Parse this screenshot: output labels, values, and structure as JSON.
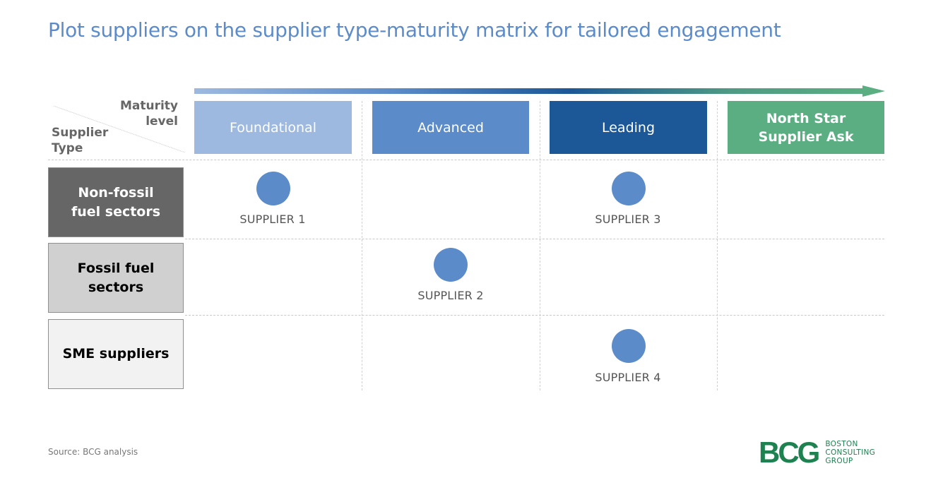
{
  "title": "Plot suppliers on the supplier type-maturity matrix for tailored engagement",
  "axis_labels": {
    "maturity": "Maturity level",
    "maturity_line1": "Maturity",
    "maturity_line2": "level",
    "supplier_type_line1": "Supplier",
    "supplier_type_line2": "Type"
  },
  "columns": [
    {
      "label": "Foundational",
      "color": "#9db9df"
    },
    {
      "label": "Advanced",
      "color": "#5b8bc9"
    },
    {
      "label": "Leading",
      "color": "#1c5797"
    },
    {
      "label_line1": "North Star",
      "label_line2": "Supplier Ask",
      "color": "#5aae82"
    }
  ],
  "rows": [
    {
      "label_line1": "Non-fossil",
      "label_line2": "fuel sectors",
      "bg": "#666666",
      "fg": "#ffffff"
    },
    {
      "label": "Fossil fuel sectors",
      "bg": "#d0d0d0",
      "fg": "#000000"
    },
    {
      "label": "SME suppliers",
      "bg": "#f2f2f2",
      "fg": "#000000"
    }
  ],
  "suppliers": [
    {
      "label": "SUPPLIER 1",
      "row": "Non-fossil fuel sectors",
      "column": "Foundational"
    },
    {
      "label": "SUPPLIER 2",
      "row": "Fossil fuel sectors",
      "column": "Advanced"
    },
    {
      "label": "SUPPLIER 3",
      "row": "Non-fossil fuel sectors",
      "column": "Leading"
    },
    {
      "label": "SUPPLIER 4",
      "row": "SME suppliers",
      "column": "Leading"
    }
  ],
  "arrow_gradient": [
    "#9db9df",
    "#5b8bc9",
    "#1c5797",
    "#5aae82"
  ],
  "footer": {
    "source": "Source: BCG analysis",
    "logo_mark": "BCG",
    "logo_line1": "BOSTON",
    "logo_line2": "CONSULTING",
    "logo_line3": "GROUP"
  }
}
